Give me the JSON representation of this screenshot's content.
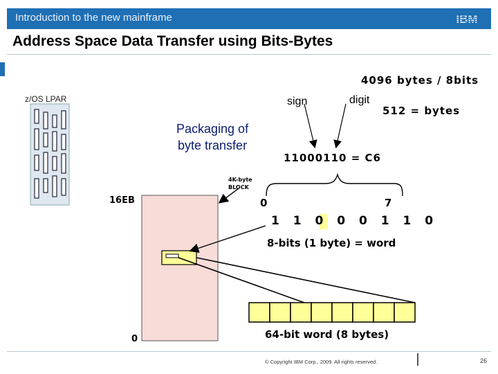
{
  "header": {
    "banner_text": "Introduction to the new mainframe",
    "logo_text": "IBM",
    "accent_color": "#1f6fb5"
  },
  "title": "Address Space Data Transfer using Bits-Bytes",
  "diagram": {
    "bytes_calc": "4096 bytes / 8bits",
    "lpar_label": "z/OS LPAR",
    "sign_label": "sign",
    "digit_label": "digit",
    "bytes_512": "512 = bytes",
    "packaging_line1": "Packaging of",
    "packaging_line2": "byte transfer",
    "binary_eq": "11000110 = C6",
    "block_line1": "4K-byte",
    "block_line2": "BLOCK",
    "label_16eb": "16EB",
    "label_0_top": "0",
    "label_7": "7",
    "bits_text": "1 1 0 0 0 1 1 0",
    "byte_word": "8-bits (1 byte) = word",
    "label_0_bottom": "0",
    "word_label": "64-bit word (8 bytes)",
    "address_space_color": "#f7dcd7",
    "highlight_color": "#ffff99"
  },
  "footer": {
    "copyright": "© Copyright IBM Corp., 2009. All rights reserved.",
    "page_number": "26"
  }
}
